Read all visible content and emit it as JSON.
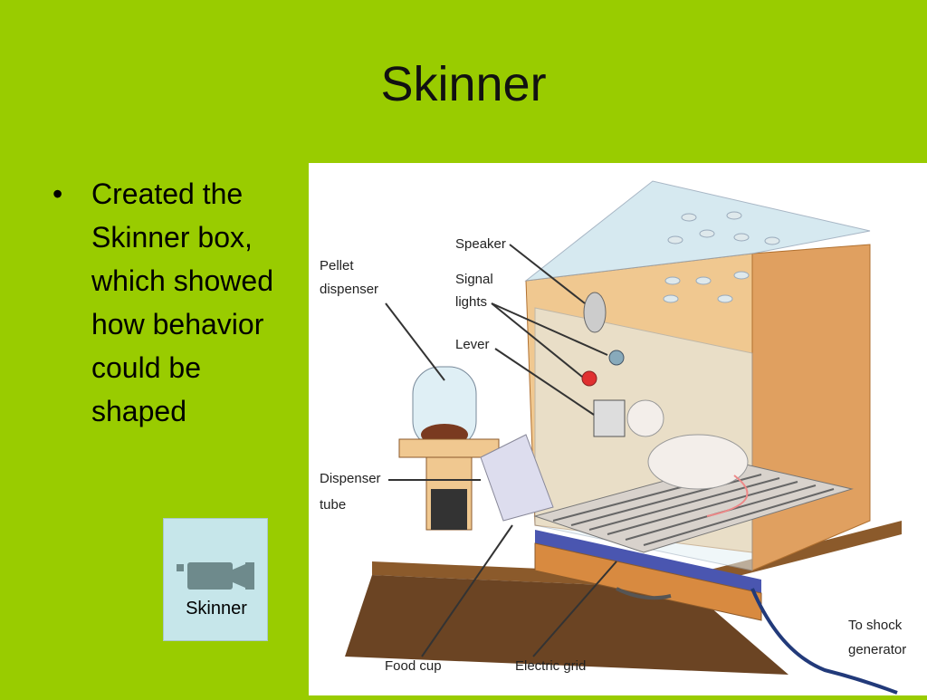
{
  "slide": {
    "title": "Skinner",
    "bullets": [
      "Created the Skinner box, which showed how behavior could be shaped"
    ]
  },
  "video": {
    "label": "Skinner",
    "icon": "video-camera-icon"
  },
  "figure": {
    "labels": {
      "speaker": "Speaker",
      "signal_lights": [
        "Signal",
        "lights"
      ],
      "lever": "Lever",
      "pellet_dispenser": [
        "Pellet",
        "dispenser"
      ],
      "dispenser_tube": [
        "Dispenser",
        "tube"
      ],
      "food_cup": "Food cup",
      "electric_grid": "Electric grid",
      "shock_generator": [
        "To shock",
        "generator"
      ]
    }
  },
  "colors": {
    "background": "#99cc00",
    "wood": "#e0a060",
    "glass": "#cfe6ee",
    "grid": "#4a56b0"
  }
}
